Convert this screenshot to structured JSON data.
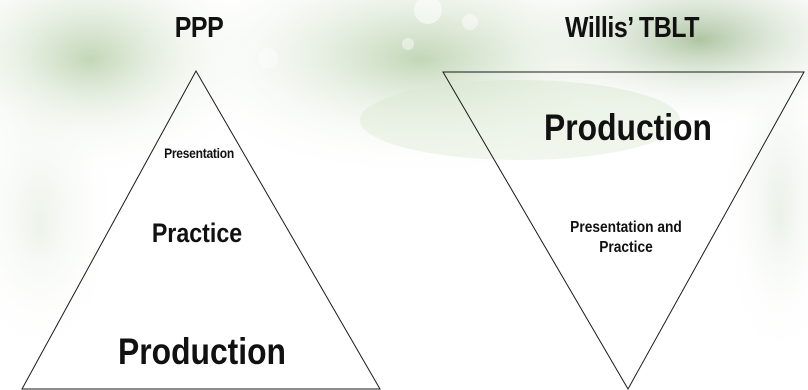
{
  "left_model": {
    "title": "PPP",
    "stages": {
      "top": "Presentation",
      "middle": "Practice",
      "bottom": "Production"
    }
  },
  "right_model": {
    "title": "Willis’ TBLT",
    "stages": {
      "top": "Production",
      "bottom_line1": "Presentation and",
      "bottom_line2": "Practice"
    }
  },
  "colors": {
    "text": "#111111",
    "stroke": "#1a1a1a",
    "background_accent": "#a9c79a"
  }
}
